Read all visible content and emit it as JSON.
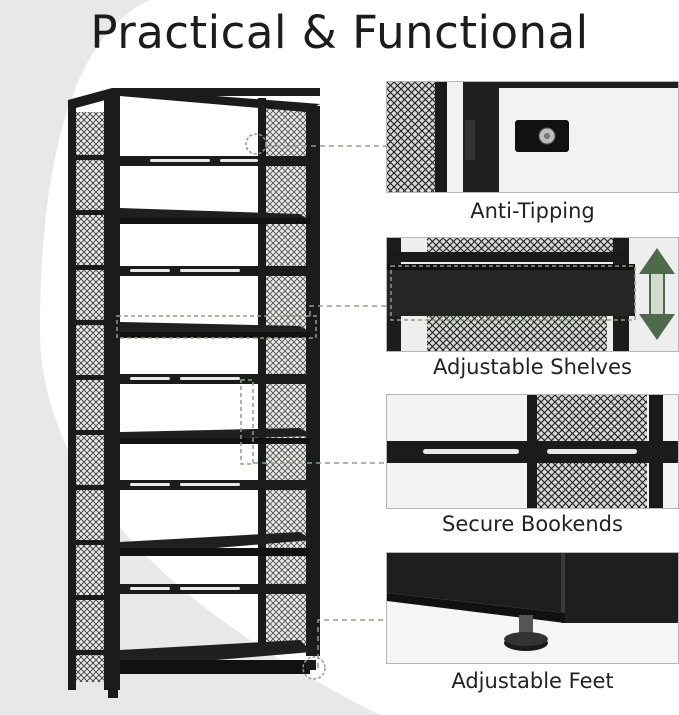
{
  "title": "Practical & Functional",
  "colors": {
    "background_gray": "#e6e6e6",
    "frame": "#1b1b1b",
    "mesh": "#2a2a2a",
    "callout_line": "#8e9e88",
    "arrow_green": "#4d6b4a"
  },
  "features": [
    {
      "caption": "Anti-Tipping",
      "icon": "anti-tipping-bracket"
    },
    {
      "caption": "Adjustable Shelves",
      "icon": "up-down-arrow-icon"
    },
    {
      "caption": "Secure Bookends",
      "icon": "bookend-rail"
    },
    {
      "caption": "Adjustable Feet",
      "icon": "leveling-foot"
    }
  ]
}
